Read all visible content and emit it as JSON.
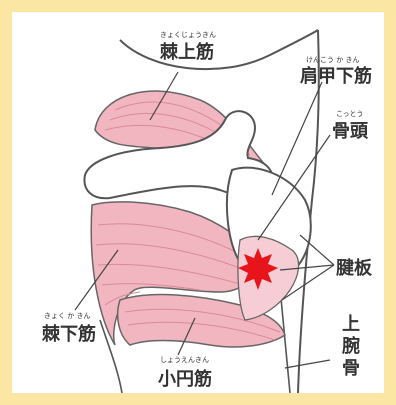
{
  "labels": {
    "supraspinatus": {
      "text": "棘上筋",
      "ruby": "きょくじょうきん"
    },
    "subscapularis": {
      "text": "肩甲下筋",
      "ruby": "けんこう か きん"
    },
    "humeral_head": {
      "text": "骨頭",
      "ruby": "こっとう"
    },
    "tendon_plate": {
      "text": "腱板"
    },
    "infraspinatus": {
      "text": "棘下筋",
      "ruby": "きょく か きん"
    },
    "teres_minor": {
      "text": "小円筋",
      "ruby": "しょうえんきん"
    },
    "humerus_1": "上",
    "humerus_2": "腕",
    "humerus_3": "骨"
  },
  "colors": {
    "frame": "#fbe6a3",
    "muscle": "#f2b6c0",
    "muscle_line": "#d98a98",
    "bone": "#ffffff",
    "outline": "#555555",
    "injury": "#e8141b"
  }
}
